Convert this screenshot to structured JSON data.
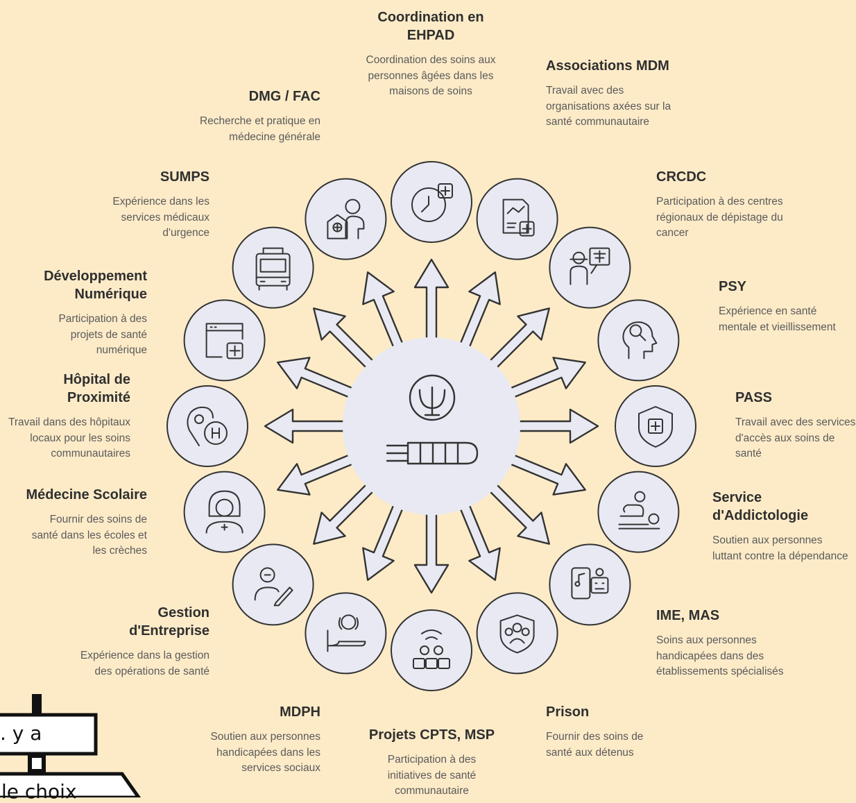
{
  "hub": {
    "icon": "psi-icon",
    "secondary_icon": "syringe-icon"
  },
  "colors": {
    "background": "#fdebc8",
    "circle_fill": "#e8e9f2",
    "stroke": "#333333"
  },
  "items": [
    {
      "key": "ehpad",
      "title": "Coordination en EHPAD",
      "desc": "Coordination des soins aux personnes âgées dans les maisons de soins",
      "icon": "clock-plus-icon"
    },
    {
      "key": "mdm",
      "title": "Associations MDM",
      "desc": "Travail avec des organisations axées sur la santé communautaire",
      "icon": "medical-chart-icon"
    },
    {
      "key": "crcdc",
      "title": "CRCDC",
      "desc": "Participation à des centres régionaux de dépistage du cancer",
      "icon": "doctor-presentation-icon"
    },
    {
      "key": "psy",
      "title": "PSY",
      "desc": "Expérience en santé mentale et vieillissement",
      "icon": "head-mind-icon"
    },
    {
      "key": "pass",
      "title": "PASS",
      "desc": "Travail avec des services d'accès aux soins de santé",
      "icon": "shield-cross-icon"
    },
    {
      "key": "addicto",
      "title": "Service d'Addictologie",
      "desc": "Soutien aux personnes luttant contre la dépendance",
      "icon": "patient-bed-icon"
    },
    {
      "key": "ime",
      "title": "IME, MAS",
      "desc": "Soins aux personnes handicapées dans des établissements spécialisés",
      "icon": "tablet-robot-icon"
    },
    {
      "key": "prison",
      "title": "Prison",
      "desc": "Fournir des soins de santé aux détenus",
      "icon": "group-shield-icon"
    },
    {
      "key": "cpts",
      "title": "Projets CPTS, MSP",
      "desc": "Participation à des initiatives de santé communautaire",
      "icon": "community-network-icon"
    },
    {
      "key": "mdph",
      "title": "MDPH",
      "desc": "Soutien aux personnes handicapées dans les services sociaux",
      "icon": "person-bed-icon"
    },
    {
      "key": "gestion",
      "title": "Gestion d'Entreprise",
      "desc": "Expérience dans la gestion des opérations de santé",
      "icon": "person-pen-icon"
    },
    {
      "key": "scolaire",
      "title": "Médecine Scolaire",
      "desc": "Fournir des soins de santé dans les écoles et les crèches",
      "icon": "nurse-icon"
    },
    {
      "key": "hopital",
      "title": "Hôpital de Proximité",
      "desc": "Travail dans des hôpitaux locaux pour les soins communautaires",
      "icon": "location-hospital-icon"
    },
    {
      "key": "numerique",
      "title": "Développement Numérique",
      "desc": "Participation à des projets de santé numérique",
      "icon": "browser-plus-icon"
    },
    {
      "key": "sumps",
      "title": "SUMPS",
      "desc": "Expérience dans les services médicaux d'urgence",
      "icon": "ambulance-icon"
    },
    {
      "key": "dmg",
      "title": "DMG / FAC",
      "desc": "Recherche et pratique en médecine générale",
      "icon": "house-doctor-icon"
    }
  ],
  "sign": {
    "line1": ". y a",
    "line2": "le choix"
  }
}
